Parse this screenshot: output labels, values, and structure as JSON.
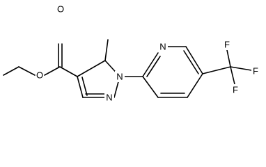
{
  "colors": {
    "background": "#ffffff",
    "ink": "#000000"
  },
  "atoms": {
    "ester_o_carbonyl": "O",
    "ester_o_ether": "O",
    "pyrazole_n1": "N",
    "pyrazole_n2": "N",
    "pyridine_n": "N",
    "cf3_f_top": "F",
    "cf3_f_right": "F",
    "cf3_f_bottom": "F"
  }
}
